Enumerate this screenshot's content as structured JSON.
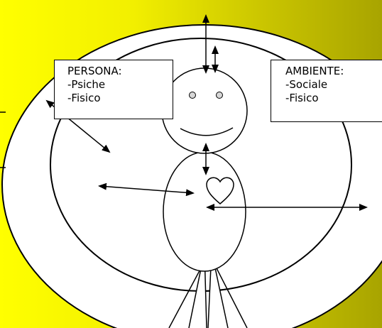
{
  "persona": {
    "title": "PERSONA:",
    "items": [
      "-Psiche",
      "-Fisico"
    ]
  },
  "ambiente": {
    "title": "AMBIENTE:",
    "items": [
      "-Sociale",
      "-Fisico"
    ]
  },
  "colors": {
    "background_left": "#ffff00",
    "background_right": "#a8a400",
    "shape_fill": "#ffffff",
    "stroke": "#000000"
  }
}
